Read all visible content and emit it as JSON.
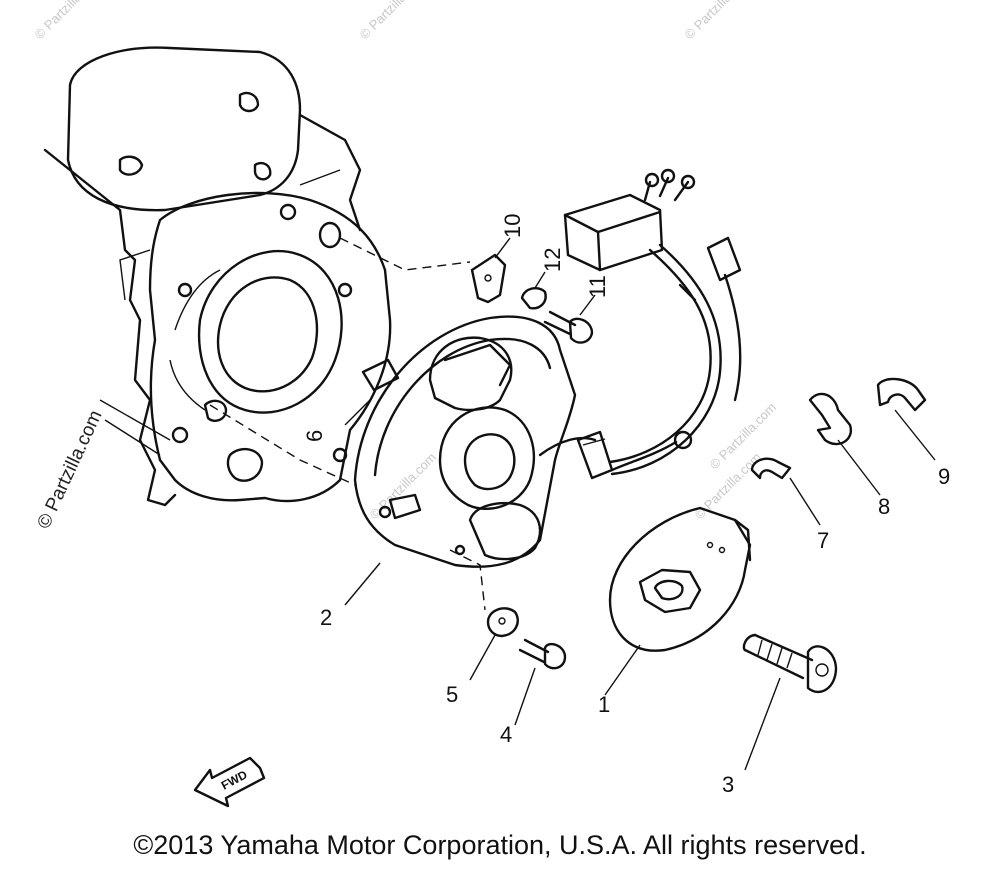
{
  "figure": {
    "callouts": [
      "1",
      "2",
      "3",
      "4",
      "5",
      "6",
      "7",
      "8",
      "9",
      "10",
      "11",
      "12"
    ],
    "arrow_label": "FWD",
    "watermarks": [
      "© Partzilla.com",
      "© Partzilla.com",
      "© Partzilla.com",
      "© Partzilla.com",
      "© Partzilla.com",
      "© Partzilla.com"
    ],
    "side_watermark": "© Partzilla.com"
  },
  "footer": {
    "copyright": "©2013 Yamaha Motor Corporation, U.S.A. All rights reserved."
  }
}
